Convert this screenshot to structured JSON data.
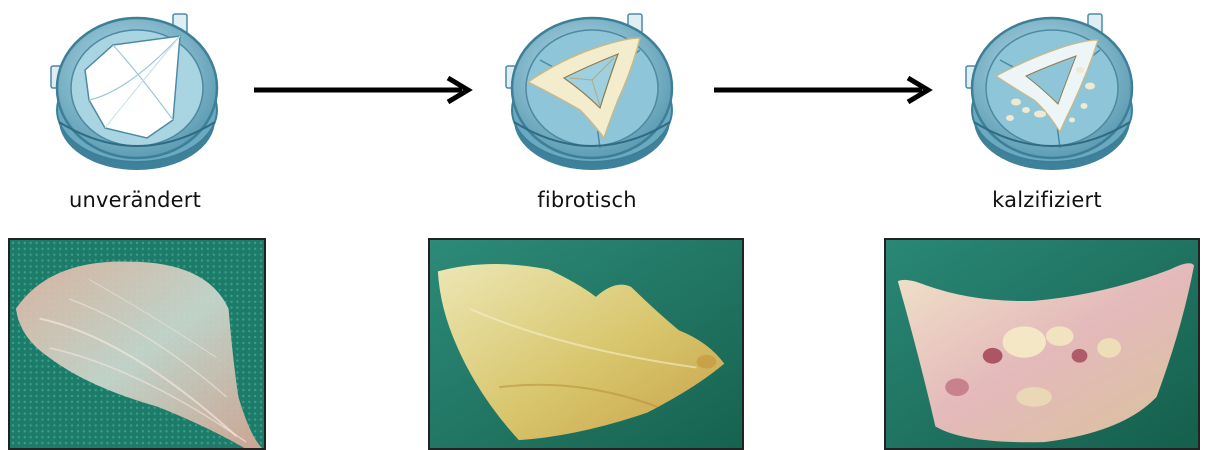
{
  "stages": [
    {
      "label": "unverändert"
    },
    {
      "label": "fibrotisch"
    },
    {
      "label": "kalzifiziert"
    }
  ],
  "colors": {
    "valve_ring": "#79b7cc",
    "valve_ring_dark": "#3e7f98",
    "leaflet_fibrotic": "#f3eccd",
    "drape_green": "#1f7e6c",
    "arrow": "#000000"
  },
  "icons": [
    "valve-unchanged-icon",
    "valve-fibrotic-icon",
    "valve-calcified-icon",
    "arrow-right-icon"
  ]
}
